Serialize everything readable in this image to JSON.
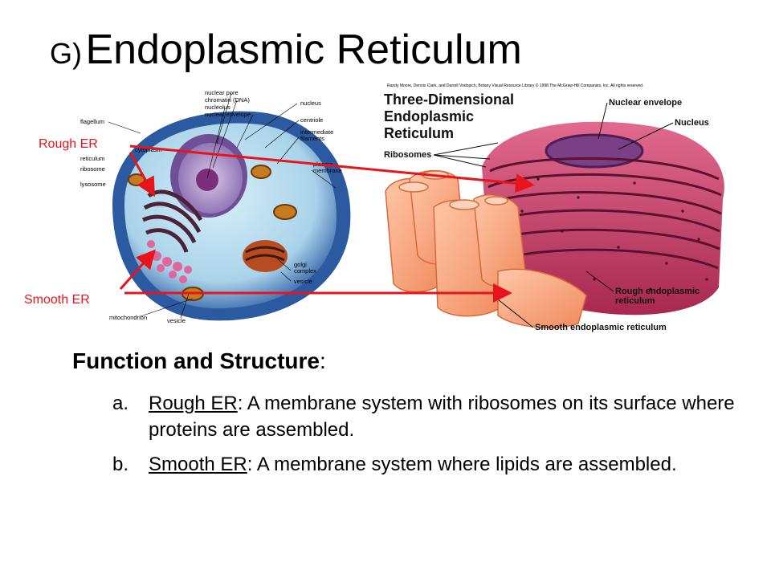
{
  "title": {
    "letter": "G)",
    "main": "Endoplasmic Reticulum"
  },
  "colors": {
    "callout_red": "#e8141b",
    "smooth_er": "#f6a47e",
    "rough_er": "#c8456a",
    "cytoplasm": "#b6dcef"
  },
  "left_figure": {
    "labels": {
      "nuclear_pore": "nuclear pore",
      "chromatin": "chromatin (DNA)",
      "nucleolus": "nucleolus",
      "nuclear_envelope": "nuclear envelope",
      "nucleus": "nucleus",
      "flagellum": "flagellum",
      "centriole": "centriole",
      "intermediate_filaments_1": "intermediate",
      "intermediate_filaments_2": "filaments",
      "cytoplasm": "cytoplasm",
      "plasma_membrane_1": "plasma",
      "plasma_membrane_2": "membrane",
      "reticulum": "reticulum",
      "ribosome": "ribosome",
      "lysosome": "lysosome",
      "golgi_1": "golgi",
      "golgi_2": "complex",
      "vesicle_1": "vesicle",
      "mitochondrion": "mitochondrion",
      "vesicle_2": "vesicle"
    }
  },
  "right_figure": {
    "credit": "Randy Moore, Dennis Clark, and Darrell Vodopich, Botany Visual Resource Library © 1998 The McGraw-Hill Companies, Inc. All rights reserved.",
    "title_lines": [
      "Three-Dimensional",
      "Endoplasmic",
      "Reticulum"
    ],
    "labels": {
      "nuclear_envelope": "Nuclear envelope",
      "nucleus": "Nucleus",
      "ribosomes": "Ribosomes",
      "rough_er_1": "Rough endoplasmic",
      "rough_er_2": "reticulum",
      "smooth_er": "Smooth endoplasmic reticulum"
    }
  },
  "callouts": {
    "rough_er": "Rough ER",
    "smooth_er": "Smooth ER"
  },
  "section": {
    "heading": "Function and Structure",
    "colon": ":"
  },
  "list": [
    {
      "marker": "a.",
      "term": "Rough ER",
      "text": ": A membrane system with ribosomes on its surface where proteins are assembled."
    },
    {
      "marker": "b.",
      "term": "Smooth ER",
      "text": ": A membrane system where lipids are assembled."
    }
  ]
}
